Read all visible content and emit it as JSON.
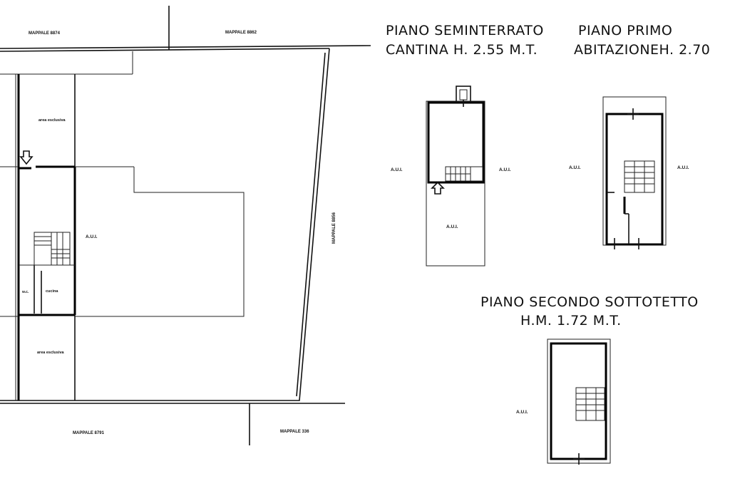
{
  "headings": {
    "basement_title": "PIANO SEMINTERRATO",
    "basement_sub": "CANTINA H. 2.55 M.T.",
    "first_title": "PIANO PRIMO",
    "first_sub": "ABITAZIONEH. 2.70",
    "second_title": "PIANO SECONDO SOTTOTETTO",
    "second_sub": "H.M. 1.72 M.T."
  },
  "site_plan": {
    "mappale_top_left": "MAPPALE 8874",
    "mappale_top_right": "MAPPALE 8862",
    "mappale_right": "MAPPALE 8856",
    "mappale_bottom_left": "MAPPALE 8791",
    "mappale_bottom_right": "MAPPALE 336",
    "area_top": "area esclusiva",
    "area_bottom": "area esclusiva",
    "aui": "A.U.I.",
    "cucina": "cucina",
    "wc": "w.c."
  },
  "floor_labels": {
    "aui": "A.U.I."
  }
}
